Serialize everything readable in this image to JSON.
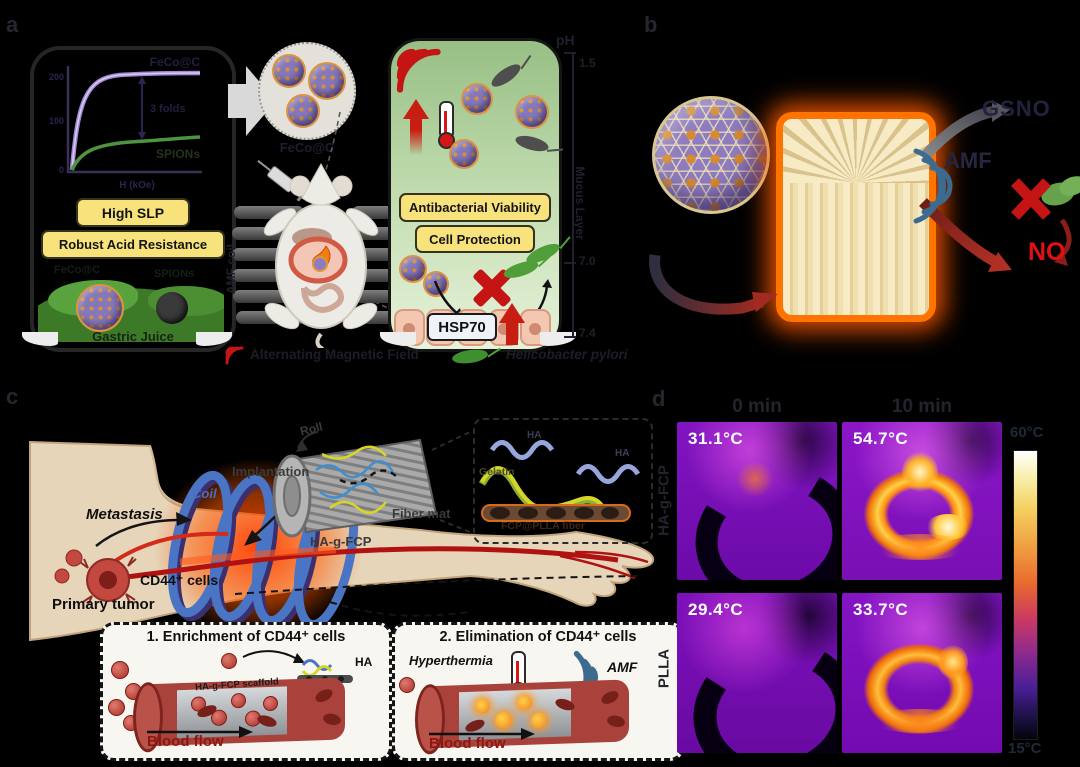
{
  "panels": {
    "a": {
      "label": "a",
      "graph": {
        "series_top": "FeCo@C",
        "series_bottom": "SPIONs",
        "fold": "3 folds",
        "xlabel": "H (kOe)",
        "ytick_top": "200",
        "ytick_mid": "100",
        "ytick_zero": "0"
      },
      "badge_slp": "High SLP",
      "badge_acid": "Robust Acid Resistance",
      "splash": {
        "left": "FeCo@C",
        "right": "SPIONs",
        "caption": "Gastric Juice"
      },
      "center": {
        "np_label": "FeCo@C",
        "coil_label": "AMF coil"
      },
      "green": {
        "badge1": "Antibacterial Viability",
        "badge2": "Cell Protection",
        "hsp": "HSP70"
      },
      "ph": {
        "title": "pH",
        "v1": "1.5",
        "mid": "Mucus Layer",
        "v2": "7.0",
        "v3": "7.4"
      },
      "legend": {
        "amf": "Alternating Magnetic Field",
        "hp": "Helicobacter pylori"
      }
    },
    "b": {
      "label": "b",
      "gsno": "GSNO",
      "amf": "AMF",
      "no": "NO"
    },
    "c": {
      "label": "c",
      "metastasis": "Metastasis",
      "cd44": "CD44⁺ cells",
      "primary": "Primary tumor",
      "coil": "Coil",
      "implantation": "Implantation",
      "roll": "Roll",
      "mat": "HA-g-FCP",
      "fiber_mat": "Fiber mat",
      "fiber_inset": {
        "ha1": "HA",
        "gelatin": "Gelatin",
        "ha2": "HA",
        "rod": "FCP@PLLA fiber"
      },
      "inset1": {
        "title": "1. Enrichment of CD44⁺ cells",
        "ha": "HA",
        "scaffold": "HA-g-FCP scaffold",
        "flow": "Blood flow"
      },
      "inset2": {
        "title": "2. Elimination of CD44⁺ cells",
        "hyper": "Hyperthermia",
        "amf": "AMF",
        "flow": "Blood flow"
      }
    },
    "d": {
      "label": "d",
      "cols": [
        "0 min",
        "10 min"
      ],
      "rows": [
        "HA-g-FCP",
        "PLLA"
      ],
      "temps": [
        [
          "31.1°C",
          "54.7°C"
        ],
        [
          "29.4°C",
          "33.7°C"
        ]
      ],
      "cbar_top": "60°C",
      "cbar_bottom": "15°C"
    }
  },
  "colors": {
    "accent_red": "#c41414",
    "accent_blue": "#3d6b8f",
    "badge_yellow": "#f8e27c",
    "thermal_purple": "#7a10b8",
    "no_red": "#e21111"
  }
}
